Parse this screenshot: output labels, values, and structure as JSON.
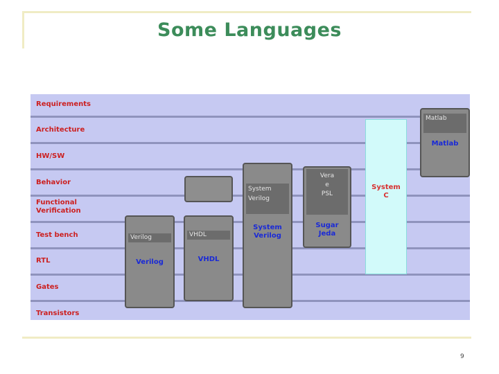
{
  "title": "Some Languages",
  "rows": [
    {
      "label": "Requirements"
    },
    {
      "label": "Architecture"
    },
    {
      "label": "HW/SW"
    },
    {
      "label": "Behavior"
    },
    {
      "label": "Functional\nVerification"
    },
    {
      "label": "Test bench"
    },
    {
      "label": "RTL"
    },
    {
      "label": "Gates"
    },
    {
      "label": "Transistors"
    }
  ],
  "languages": [
    {
      "header": "Verilog",
      "label": "Verilog"
    },
    {
      "header": "VHDL",
      "label": "VHDL"
    },
    {
      "header": "",
      "label": ""
    },
    {
      "header": "System Verilog",
      "label": "System Verilog"
    },
    {
      "header": "Vera\ne\nPSL",
      "label": "Sugar\nJeda"
    },
    {
      "header": "",
      "label": "System\nC"
    },
    {
      "header": "Matlab",
      "label": "Matlab"
    }
  ],
  "page_number": "9",
  "colors": {
    "title": "#3c8c5a",
    "chart_background": "#c6c9f2",
    "row_label": "#cc2020",
    "box": "#8a8a8a",
    "language_label": "#1a2ad6",
    "systemc_column": "#d2fafa"
  }
}
